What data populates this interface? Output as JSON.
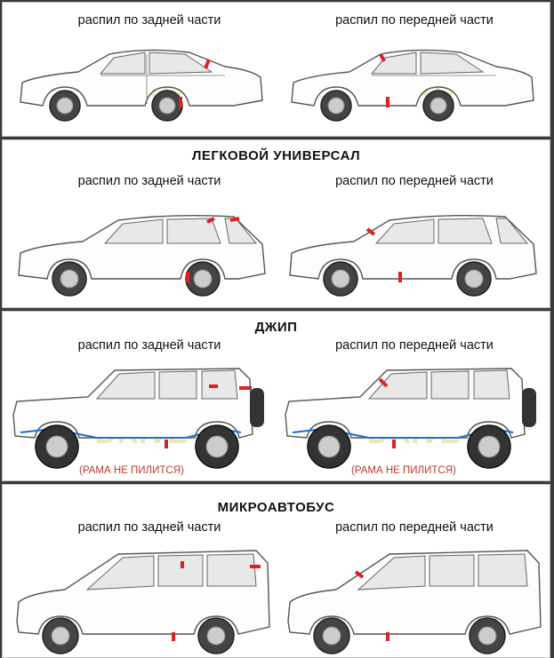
{
  "sections": [
    {
      "title": "",
      "left_label": "распил по задней части",
      "right_label": "распил по передней части"
    },
    {
      "title": "ЛЕГКОВОЙ УНИВЕРСАЛ",
      "left_label": "распил по задней части",
      "right_label": "распил по передней части"
    },
    {
      "title": "ДЖИП",
      "left_label": "распил по задней части",
      "right_label": "распил по передней части",
      "note": "(РАМА НЕ ПИЛИТСЯ)"
    },
    {
      "title": "МИКРОАВТОБУС",
      "left_label": "распил по задней части",
      "right_label": "распил по передней части"
    }
  ],
  "watermark": "DRIVE",
  "colors": {
    "cut_mark": "#e02020",
    "frame": "#1a6fd0",
    "note": "#c0392b",
    "watermark": "#f2e6b0"
  }
}
